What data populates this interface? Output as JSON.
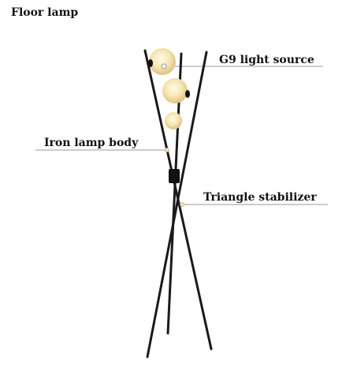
{
  "title": "Floor lamp",
  "callouts": {
    "light_source": "G9 light source",
    "lamp_body": "Iron lamp body",
    "stabilizer": "Triangle stabilizer"
  },
  "colors": {
    "background": "#ffffff",
    "rod": "#1a1a1a",
    "leader_line": "#9a9a9a",
    "globe_light": "#fff6d6",
    "globe_mid": "#f4e3ad",
    "globe_edge": "#d9c07a",
    "connector": "#111111",
    "marker": "#d8b878"
  }
}
